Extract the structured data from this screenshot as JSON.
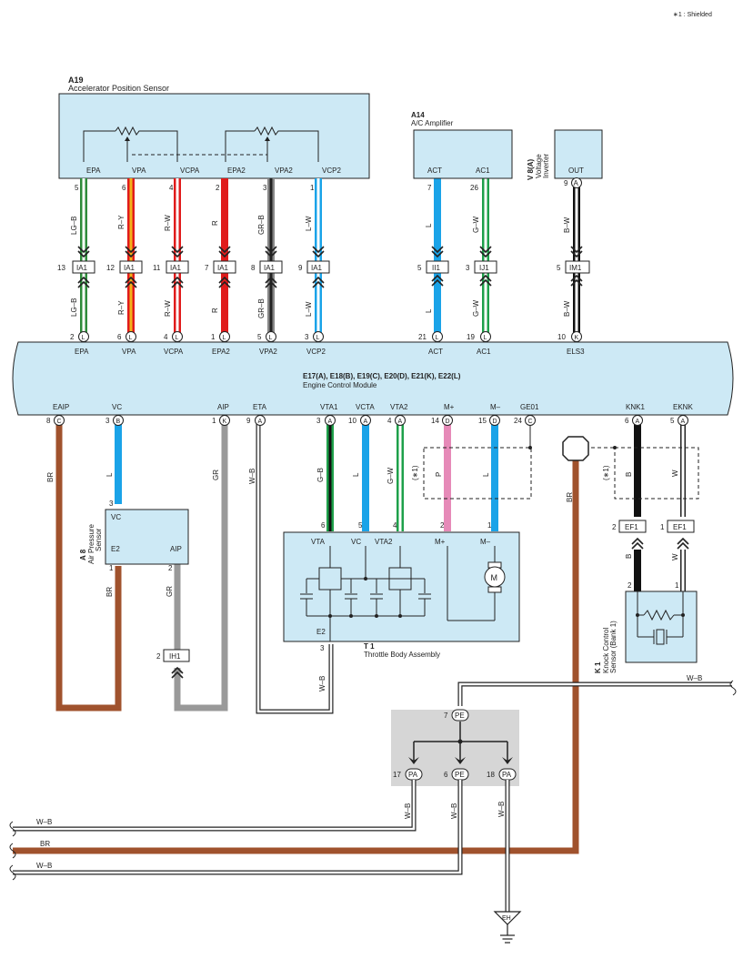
{
  "note": "∗1 : Shielded",
  "ecm": {
    "codes": "E17(A), E18(B), E19(C), E20(D), E21(K), E22(L)",
    "name": "Engine Control Module",
    "top_pins": [
      {
        "num": "2",
        "conn": "L",
        "label": "EPA"
      },
      {
        "num": "6",
        "conn": "L",
        "label": "VPA"
      },
      {
        "num": "4",
        "conn": "L",
        "label": "VCPA"
      },
      {
        "num": "1",
        "conn": "L",
        "label": "EPA2"
      },
      {
        "num": "5",
        "conn": "L",
        "label": "VPA2"
      },
      {
        "num": "3",
        "conn": "L",
        "label": "VCP2"
      },
      {
        "num": "21",
        "conn": "L",
        "label": "ACT"
      },
      {
        "num": "19",
        "conn": "L",
        "label": "AC1"
      },
      {
        "num": "10",
        "conn": "K",
        "label": "ELS3"
      }
    ],
    "bottom_pins": [
      {
        "num": "8",
        "conn": "C",
        "label": "EAIP"
      },
      {
        "num": "3",
        "conn": "B",
        "label": "VC"
      },
      {
        "num": "1",
        "conn": "K",
        "label": "AIP"
      },
      {
        "num": "9",
        "conn": "A",
        "label": "ETA"
      },
      {
        "num": "3",
        "conn": "A",
        "label": "VTA1"
      },
      {
        "num": "10",
        "conn": "A",
        "label": "VCTA"
      },
      {
        "num": "4",
        "conn": "A",
        "label": "VTA2"
      },
      {
        "num": "14",
        "conn": "D",
        "label": "M+"
      },
      {
        "num": "15",
        "conn": "D",
        "label": "M–"
      },
      {
        "num": "24",
        "conn": "C",
        "label": "GE01"
      },
      {
        "num": "6",
        "conn": "A",
        "label": "KNK1"
      },
      {
        "num": "5",
        "conn": "A",
        "label": "EKNK"
      }
    ]
  },
  "a19": {
    "code": "A19",
    "name": "Accelerator Position Sensor",
    "terminals": [
      "EPA",
      "VPA",
      "VCPA",
      "EPA2",
      "VPA2",
      "VCP2"
    ],
    "pins": [
      "5",
      "6",
      "4",
      "2",
      "3",
      "1"
    ]
  },
  "a14": {
    "code": "A14",
    "name": "A/C Amplifier",
    "terminals": [
      "ACT",
      "AC1"
    ],
    "pins": [
      "7",
      "26"
    ]
  },
  "v8": {
    "code": "V 8(A)",
    "name1": "Voltage",
    "name2": "Inverter",
    "terminal": "OUT",
    "pin": "9",
    "pin_conn": "A"
  },
  "junctions_top": [
    {
      "pin": "13",
      "id": "IA1"
    },
    {
      "pin": "12",
      "id": "IA1"
    },
    {
      "pin": "11",
      "id": "IA1"
    },
    {
      "pin": "7",
      "id": "IA1"
    },
    {
      "pin": "8",
      "id": "IA1"
    },
    {
      "pin": "9",
      "id": "IA1"
    },
    {
      "pin": "5",
      "id": "II1"
    },
    {
      "pin": "3",
      "id": "IJ1"
    },
    {
      "pin": "5",
      "id": "IM1"
    }
  ],
  "wire_colors_top": [
    "LG–B",
    "R–Y",
    "R–W",
    "R",
    "GR–B",
    "L–W",
    "L",
    "G–W",
    "B–W"
  ],
  "a8": {
    "code": "A 8",
    "name1": "Air Pressure",
    "name2": "Sensor",
    "terminals": [
      "VC",
      "E2",
      "AIP"
    ],
    "pins": [
      "3",
      "1",
      "2"
    ]
  },
  "t1": {
    "code": "T 1",
    "name": "Throttle Body Assembly",
    "terminals": [
      "VTA",
      "VC",
      "VTA2",
      "M+",
      "M–",
      "E2"
    ],
    "pins": [
      "6",
      "5",
      "4",
      "2",
      "1",
      "3"
    ],
    "motor": "M"
  },
  "k1": {
    "code": "K 1",
    "name1": "Knock Control",
    "name2": "Sensor (Bank 1)",
    "pins": [
      "2",
      "1"
    ]
  },
  "ef1": [
    {
      "pin": "2",
      "id": "EF1"
    },
    {
      "pin": "1",
      "id": "EF1"
    }
  ],
  "ih1": {
    "pin": "2",
    "id": "IH1"
  },
  "shield_marks": [
    "(∗1)",
    "(∗1)"
  ],
  "wire_colors_bottom": {
    "eaip": "BR",
    "vc": "L",
    "aip": "GR",
    "eta": "W–B",
    "vta1": "G–B",
    "vcta": "L",
    "vta2": "G–W",
    "mplus": "P",
    "mminus": "L",
    "a8_e2": "BR",
    "a8_aip": "GR",
    "t1_e2": "W–B",
    "knk1": "B",
    "eknk": "W",
    "ge01": "BR",
    "knk1_low": "B",
    "eknk_low": "W"
  },
  "ground": {
    "pe_top": {
      "pin": "7",
      "id": "PE"
    },
    "splices": [
      {
        "pin": "17",
        "id": "PA"
      },
      {
        "pin": "6",
        "id": "PE"
      },
      {
        "pin": "18",
        "id": "PA"
      }
    ],
    "wire_colors": [
      "W–B",
      "W–B",
      "W–B"
    ],
    "earth": "EH"
  },
  "side_wires": [
    {
      "label": "W–B"
    },
    {
      "label": "BR"
    },
    {
      "label": "W–B"
    },
    {
      "label": "W–B"
    }
  ],
  "colors": {
    "box": "#cde9f5",
    "lg_b": "#2e8b3a",
    "r": "#e01b1b",
    "r_y": "#f3b31a",
    "gr": "#999999",
    "l": "#1aa3e8",
    "g": "#1ea04a",
    "b": "#111111",
    "br": "#a0522d",
    "p": "#e68ab8",
    "w": "#ffffff",
    "ground_area": "#d6d6d6"
  }
}
